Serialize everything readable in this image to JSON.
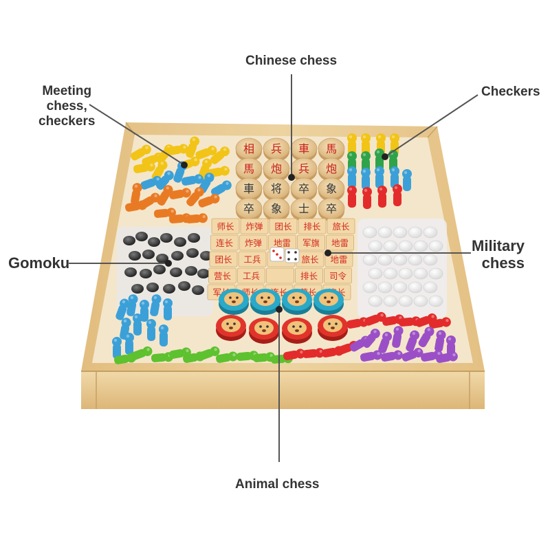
{
  "labels": {
    "chinese_chess": "Chinese chess",
    "meeting_chess": "Meeting\nchess,\ncheckers",
    "checkers": "Checkers",
    "gomoku": "Gomoku",
    "military_chess": "Military\nchess",
    "animal_chess": "Animal chess"
  },
  "chinese_chess_pieces": [
    [
      "相",
      "兵",
      "車",
      "馬"
    ],
    [
      "馬",
      "炮",
      "兵",
      "炮"
    ],
    [
      "車",
      "将",
      "卒",
      "象"
    ],
    [
      "卒",
      "象",
      "士",
      "卒"
    ]
  ],
  "military_chess_pieces": [
    [
      "师长",
      "炸弹",
      "团长",
      "排长",
      "旅长"
    ],
    [
      "连长",
      "炸弹",
      "地雷",
      "军旗",
      "地雷"
    ],
    [
      "团长",
      "工兵",
      "",
      "旅长",
      "地雷"
    ],
    [
      "营长",
      "工兵",
      "",
      "排长",
      "司令"
    ],
    [
      "军长",
      "师长",
      "连长",
      "营长",
      "连长"
    ]
  ],
  "colors": {
    "text": "#333333",
    "callout_line": "#555555",
    "wood": "#e9c98f",
    "chinese_piece_text": "#c41b14",
    "military_piece_text": "#d42a1e"
  }
}
